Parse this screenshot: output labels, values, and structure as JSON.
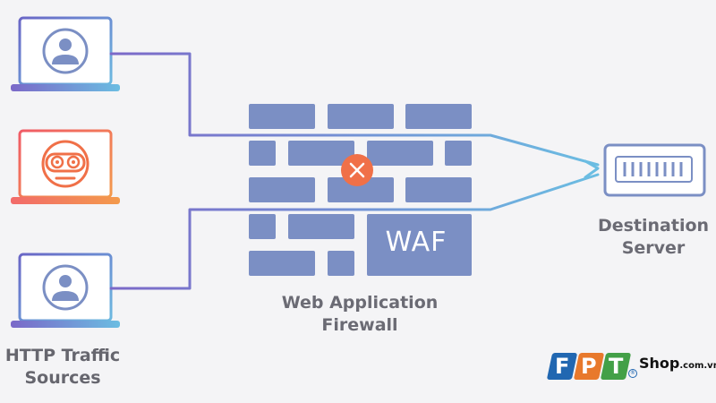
{
  "labels": {
    "sources": "HTTP Traffic\nSources",
    "firewall": "Web Application\nFirewall",
    "waf": "WAF",
    "destination": "Destination\nServer"
  },
  "logo": {
    "letters": [
      "F",
      "P",
      "T"
    ],
    "registered_mark": "®",
    "shop": "Shop",
    "domain": ".com.vn"
  },
  "icons": {
    "source_1": "user-icon",
    "source_2": "robot-icon",
    "source_3": "user-icon",
    "blocked": "blocked-x-icon",
    "server": "server-icon"
  },
  "colors": {
    "accent_purple": "#7b68c8",
    "accent_blue": "#6bbde2",
    "danger_orange": "#f07048",
    "wall": "#7b8fc4",
    "text": "#6b6b74"
  }
}
